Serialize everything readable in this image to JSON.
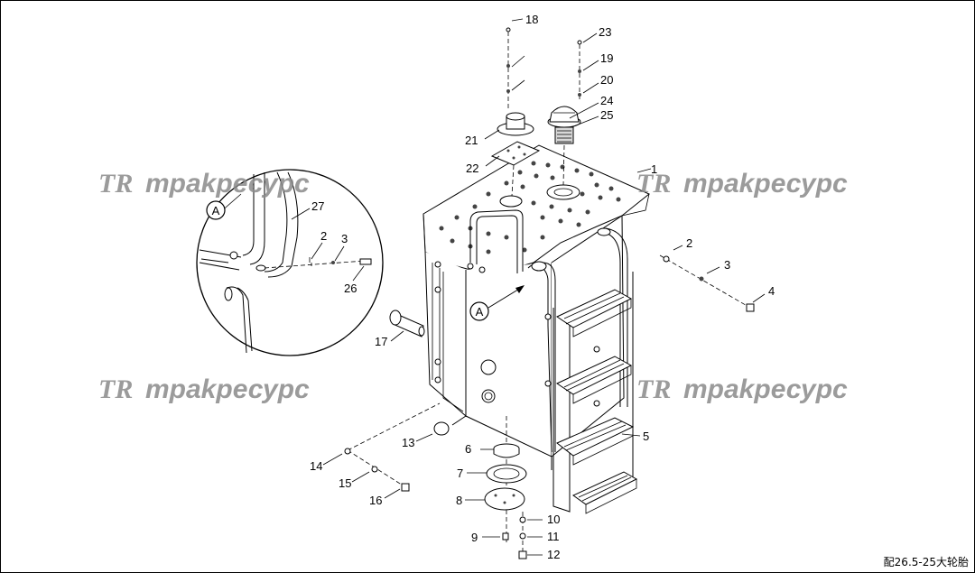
{
  "watermark": {
    "logo": "TR",
    "brand": "трakресурс"
  },
  "callout": "A",
  "labels": {
    "p1": "1",
    "p2": "2",
    "p3": "3",
    "p4": "4",
    "p5": "5",
    "p6": "6",
    "p7": "7",
    "p8": "8",
    "p9": "9",
    "p10": "10",
    "p11": "11",
    "p12": "12",
    "p13": "13",
    "p14": "14",
    "p15": "15",
    "p16": "16",
    "p17": "17",
    "p18": "18",
    "p19": "19",
    "p20": "20",
    "p21": "21",
    "p22": "22",
    "p23": "23",
    "p24": "24",
    "p25": "25",
    "p27": "27",
    "d2": "2",
    "d3": "3",
    "d26": "26"
  },
  "caption": "配26.5-25大轮胎"
}
